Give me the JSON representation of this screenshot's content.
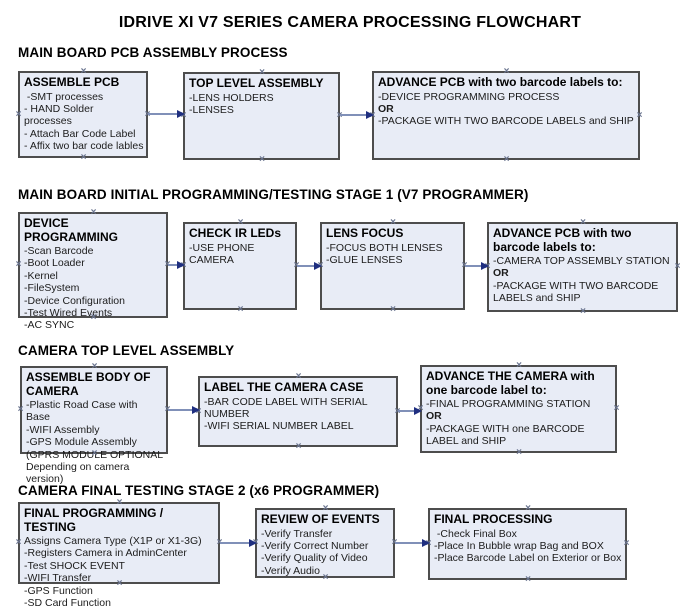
{
  "title": "IDRIVE XI V7 SERIES CAMERA PROCESSING FLOWCHART",
  "colors": {
    "box_fill": "#e8ecf6",
    "box_border": "#4d4d4d",
    "connector_line": "#8090b8",
    "arrowhead": "#1f2f80",
    "handle": "#6b7590"
  },
  "icons": {
    "connection_handle": "×",
    "arrowhead": "right-triangle"
  },
  "sections": [
    {
      "heading": "MAIN BOARD PCB ASSEMBLY PROCESS",
      "boxes": [
        {
          "title": "ASSEMBLE PCB",
          "items": [
            " -SMT processes",
            "- HAND Solder processes",
            "- Attach Bar Code Label",
            "- Affix two bar code lables"
          ]
        },
        {
          "title": "TOP LEVEL ASSEMBLY",
          "items": [
            "-LENS HOLDERS",
            "-LENSES"
          ]
        },
        {
          "title": "ADVANCE PCB with two barcode labels to:",
          "items": [
            "-DEVICE PROGRAMMING PROCESS",
            {
              "text": "OR",
              "bold": true
            },
            "-PACKAGE WITH TWO BARCODE LABELS and SHIP"
          ]
        }
      ]
    },
    {
      "heading": "MAIN BOARD INITIAL PROGRAMMING/TESTING STAGE 1 (V7 PROGRAMMER)",
      "boxes": [
        {
          "title": "DEVICE PROGRAMMING",
          "items": [
            "-Scan Barcode",
            "-Boot Loader",
            "-Kernel",
            "-FileSystem",
            "-Device Configuration",
            "-Test Wired Events",
            "-AC SYNC"
          ]
        },
        {
          "title": "CHECK IR LEDs",
          "items": [
            "-USE PHONE CAMERA"
          ]
        },
        {
          "title": "LENS FOCUS",
          "items": [
            "-FOCUS BOTH LENSES",
            "-GLUE LENSES"
          ]
        },
        {
          "title": "ADVANCE PCB with two barcode labels to:",
          "items": [
            "-CAMERA TOP ASSEMBLY STATION",
            {
              "text": "OR",
              "bold": true
            },
            "-PACKAGE WITH TWO BARCODE LABELS and SHIP"
          ]
        }
      ]
    },
    {
      "heading": "CAMERA TOP LEVEL ASSEMBLY",
      "boxes": [
        {
          "title": "ASSEMBLE BODY OF CAMERA",
          "items": [
            "-Plastic Road Case with Base",
            "-WIFI Assembly",
            "-GPS Module Assembly",
            "(GPRS MODULE OPTIONAL",
            "Depending on camera version)"
          ]
        },
        {
          "title": "LABEL THE CAMERA CASE",
          "items": [
            "-BAR CODE LABEL WITH SERIAL NUMBER",
            "-WIFI SERIAL NUMBER LABEL"
          ]
        },
        {
          "title": "ADVANCE THE CAMERA with one barcode label to:",
          "items": [
            "-FINAL PROGRAMMING STATION",
            {
              "text": "OR",
              "bold": true
            },
            "-PACKAGE WITH one BARCODE LABEL and SHIP"
          ]
        }
      ]
    },
    {
      "heading": "CAMERA FINAL TESTING STAGE 2 (x6 PROGRAMMER)",
      "boxes": [
        {
          "title": "FINAL PROGRAMMING / TESTING",
          "items": [
            "Assigns Camera Type (X1P or X1-3G)",
            "-Registers Camera in AdminCenter",
            "-Test SHOCK EVENT",
            "-WIFI Transfer",
            "-GPS Function",
            "-SD Card Function"
          ]
        },
        {
          "title": "REVIEW OF EVENTS",
          "items": [
            "-Verify Transfer",
            "-Verify Correct Number",
            "-Verify Quality of Video",
            "-Verify Audio"
          ]
        },
        {
          "title": "FINAL PROCESSING",
          "items": [
            " -Check Final Box",
            "-Place In Bubble wrap Bag and BOX",
            "-Place Barcode Label on Exterior or Box"
          ]
        }
      ]
    }
  ]
}
